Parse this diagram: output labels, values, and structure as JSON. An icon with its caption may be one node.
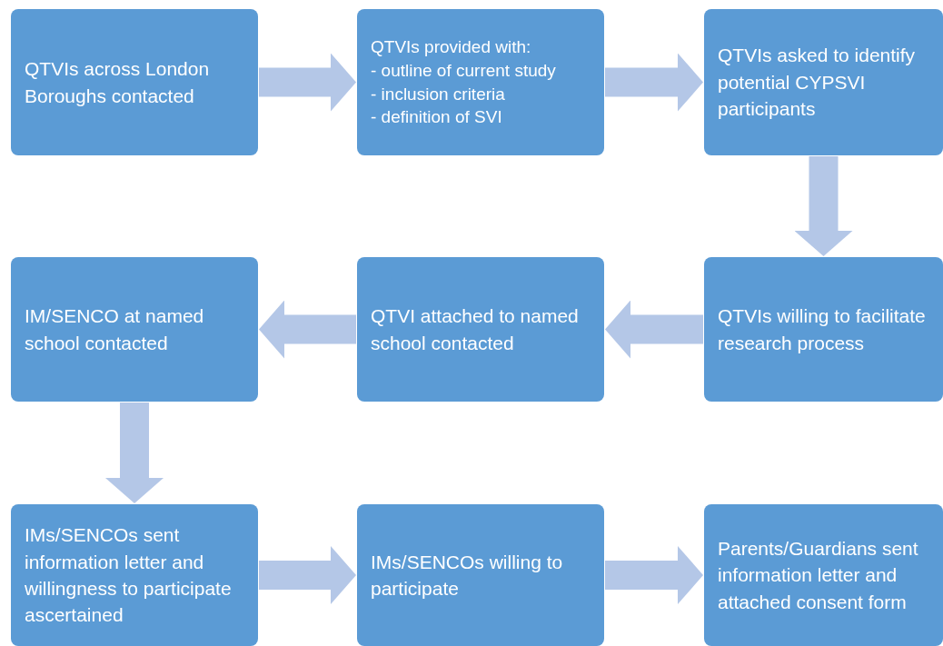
{
  "diagram": {
    "nodes": [
      {
        "text": [
          "QTVIs across London Boroughs contacted"
        ]
      },
      {
        "text": [
          "QTVIs provided with:",
          "- outline of current study",
          "- inclusion criteria",
          "- definition of SVI"
        ]
      },
      {
        "text": [
          "QTVIs asked to identify potential CYPSVI participants"
        ]
      },
      {
        "text": [
          "IM/SENCO at named school contacted"
        ]
      },
      {
        "text": [
          "QTVI attached to named school contacted"
        ]
      },
      {
        "text": [
          "QTVIs willing to facilitate research process"
        ]
      },
      {
        "text": [
          "IMs/SENCOs sent information letter and willingness to participate ascertained"
        ]
      },
      {
        "text": [
          "IMs/SENCOs willing to participate"
        ]
      },
      {
        "text": [
          "Parents/Guardians sent information letter and attached consent form"
        ]
      }
    ],
    "edges": [
      {
        "from": 0,
        "to": 1,
        "arrow": "to"
      },
      {
        "from": 1,
        "to": 2,
        "arrow": "to"
      },
      {
        "from": 2,
        "to": 5,
        "arrow": "to"
      },
      {
        "from": 5,
        "to": 4,
        "arrow": "to"
      },
      {
        "from": 4,
        "to": 3,
        "arrow": "to"
      },
      {
        "from": 3,
        "to": 6,
        "arrow": "to"
      },
      {
        "from": 6,
        "to": 7,
        "arrow": "to"
      },
      {
        "from": 7,
        "to": 8,
        "arrow": "to"
      }
    ]
  }
}
